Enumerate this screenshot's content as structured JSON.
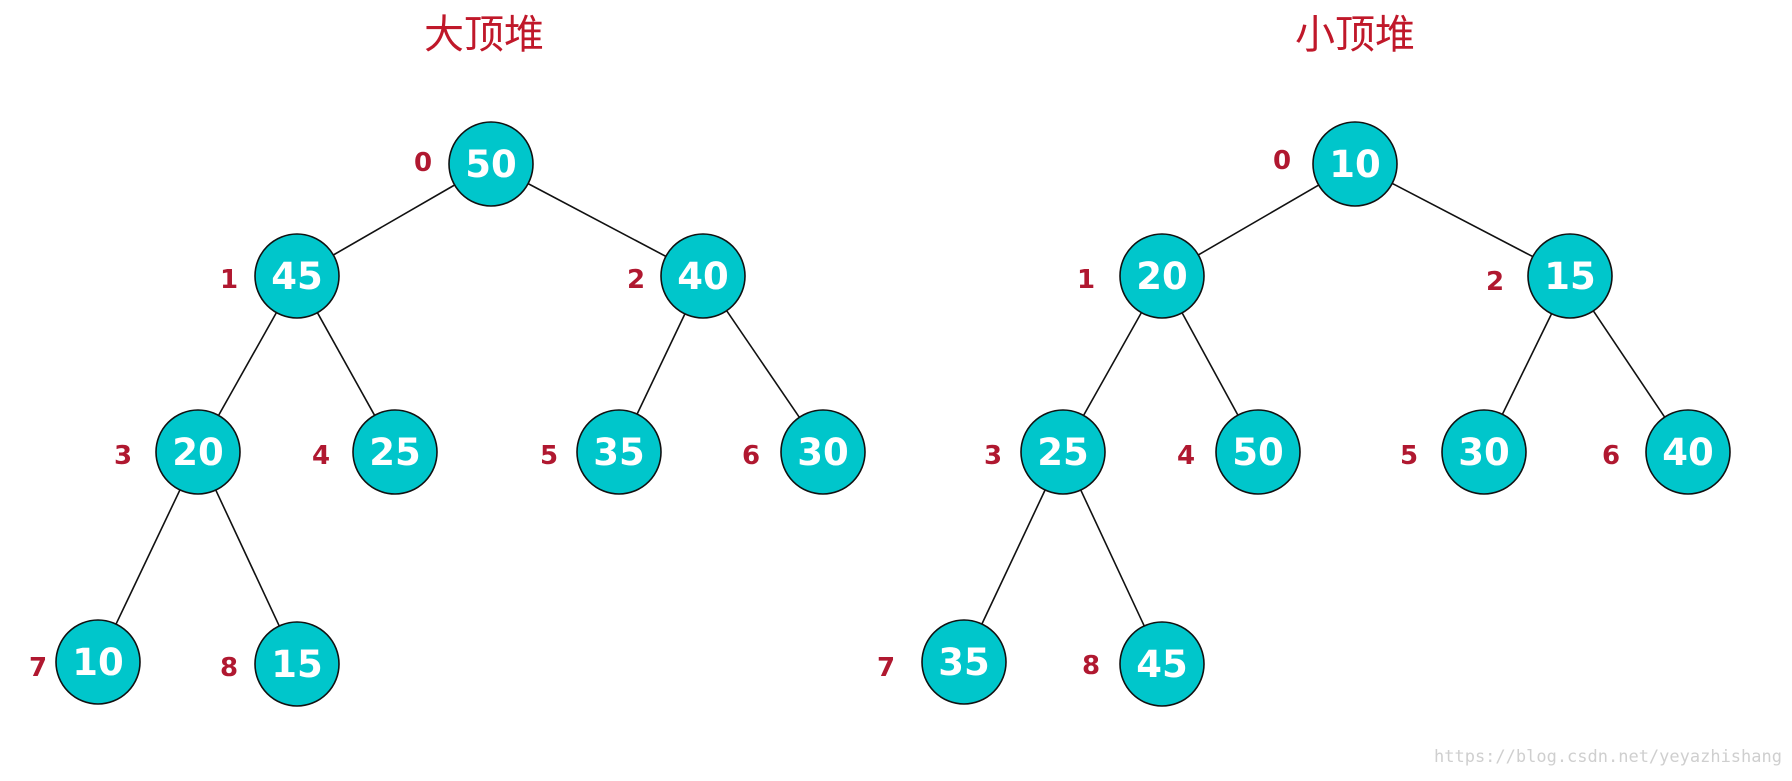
{
  "heaps": [
    {
      "id": "max-heap",
      "title": "大顶堆",
      "nodes": [
        {
          "index": "0",
          "value": "50"
        },
        {
          "index": "1",
          "value": "45"
        },
        {
          "index": "2",
          "value": "40"
        },
        {
          "index": "3",
          "value": "20"
        },
        {
          "index": "4",
          "value": "25"
        },
        {
          "index": "5",
          "value": "35"
        },
        {
          "index": "6",
          "value": "30"
        },
        {
          "index": "7",
          "value": "10"
        },
        {
          "index": "8",
          "value": "15"
        }
      ],
      "edges": [
        [
          0,
          1
        ],
        [
          0,
          2
        ],
        [
          1,
          3
        ],
        [
          1,
          4
        ],
        [
          2,
          5
        ],
        [
          2,
          6
        ],
        [
          3,
          7
        ],
        [
          3,
          8
        ]
      ]
    },
    {
      "id": "min-heap",
      "title": "小顶堆",
      "nodes": [
        {
          "index": "0",
          "value": "10"
        },
        {
          "index": "1",
          "value": "20"
        },
        {
          "index": "2",
          "value": "15"
        },
        {
          "index": "3",
          "value": "25"
        },
        {
          "index": "4",
          "value": "50"
        },
        {
          "index": "5",
          "value": "30"
        },
        {
          "index": "6",
          "value": "40"
        },
        {
          "index": "7",
          "value": "35"
        },
        {
          "index": "8",
          "value": "45"
        }
      ],
      "edges": [
        [
          0,
          1
        ],
        [
          0,
          2
        ],
        [
          1,
          3
        ],
        [
          1,
          4
        ],
        [
          2,
          5
        ],
        [
          2,
          6
        ],
        [
          3,
          7
        ],
        [
          3,
          8
        ]
      ]
    }
  ],
  "colors": {
    "node_fill": "#00c6cb",
    "title": "#c0182a",
    "index_label": "#b01830",
    "edge": "#111111"
  },
  "watermark": "https://blog.csdn.net/yeyazhishang"
}
